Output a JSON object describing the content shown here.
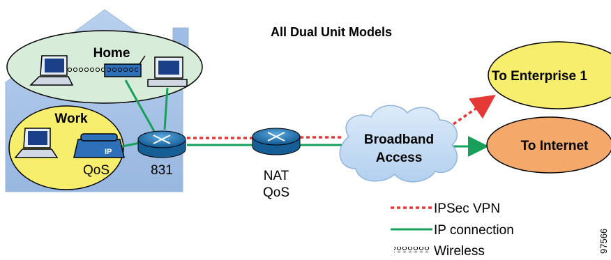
{
  "title": "All Dual Unit Models",
  "house": {
    "home_label": "Home",
    "work_label": "Work",
    "qos_label": "QoS",
    "phone_badge": "IP"
  },
  "router_main_label": "831",
  "nat_router": {
    "line1": "NAT",
    "line2": "QoS"
  },
  "cloud": {
    "line1": "Broadband",
    "line2": "Access"
  },
  "destinations": {
    "enterprise": "To Enterprise 1",
    "internet": "To Internet"
  },
  "legend": {
    "ipsec": "IPSec VPN",
    "ip_connection": "IP connection",
    "wireless": "Wireless"
  },
  "figure_id": "97566",
  "colors": {
    "ipsec_line": "#e53935",
    "ip_line": "#17a05a",
    "house_fill": "#a9c4e8",
    "home_fill": "#d7ecd9",
    "work_fill": "#f6ee6c",
    "enterprise_fill": "#f6ee6c",
    "internet_fill": "#f4a86a",
    "cloud_fill": "#c9dff5",
    "router_fill": "#1e73b0"
  }
}
